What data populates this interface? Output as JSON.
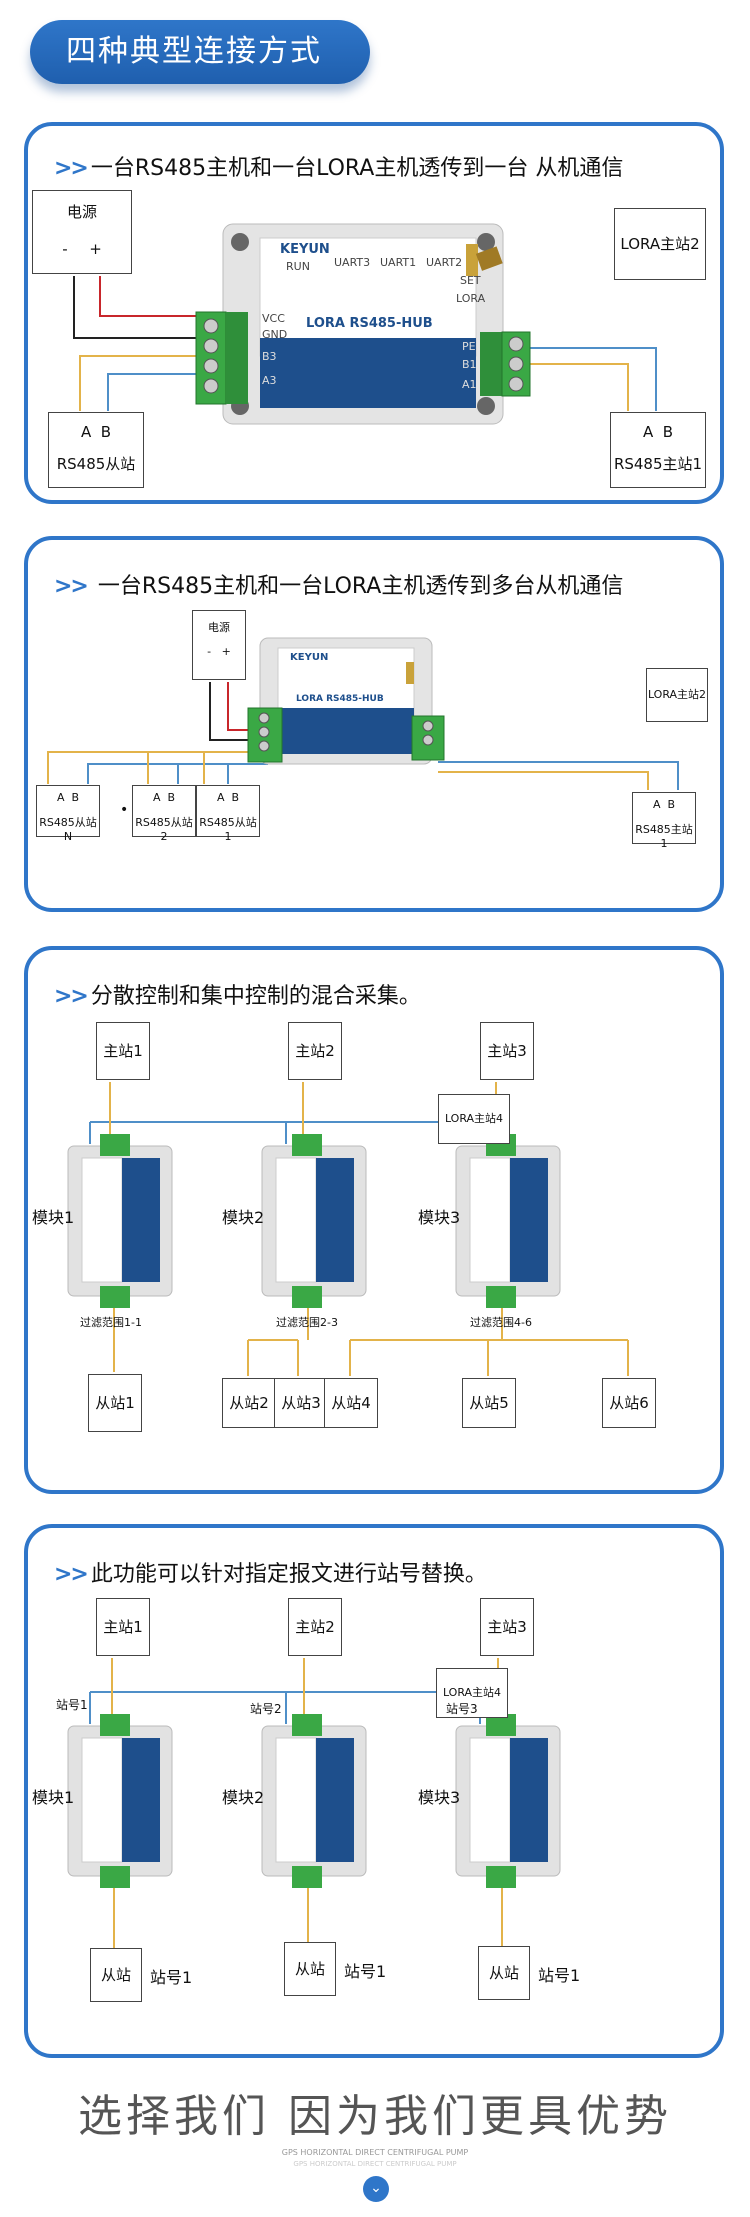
{
  "page_title": "四种典型连接方式",
  "s1": {
    "heading_arrow": ">>",
    "heading": "一台RS485主机和一台LORA主机透传到一台 从机通信",
    "power_label": "电源",
    "power_minus": "-",
    "power_plus": "+",
    "lora_master": "LORA主站2",
    "ab_left": "A  B",
    "slave_left": "RS485从站",
    "ab_right": "A  B",
    "master_right": "RS485主站1",
    "device_brand": "KEYUN",
    "device_run": "RUN",
    "device_model": "LORA   RS485-HUB",
    "device_uart3": "UART3",
    "device_uart1": "UART1",
    "device_uart2": "UART2",
    "device_set": "SET",
    "device_lora": "LORA",
    "device_vcc": "VCC",
    "device_gnd": "GND",
    "device_b3": "B3",
    "device_a3": "A3",
    "device_pe": "PE",
    "device_b1": "B1",
    "device_a1": "A1"
  },
  "s2": {
    "heading_arrow": ">>",
    "heading": "一台RS485主机和一台LORA主机透传到多台从机通信",
    "power_label": "电源",
    "power_pm": "-   +",
    "lora_master": "LORA主站2",
    "ab": "A  B",
    "slaves": [
      "RS485从站N",
      "RS485从站2",
      "RS485从站1"
    ],
    "ellipsis": "• • •",
    "master": "RS485主站1"
  },
  "s3": {
    "heading_arrow": ">>",
    "heading": "分散控制和集中控制的混合采集。",
    "masters": [
      "主站1",
      "主站2",
      "主站3"
    ],
    "lora_master": "LORA主站4",
    "modules": [
      "模块1",
      "模块2",
      "模块3"
    ],
    "filters": [
      "过滤范围1-1",
      "过滤范围2-3",
      "过滤范围4-6"
    ],
    "slaves": [
      "从站1",
      "从站2",
      "从站3",
      "从站4",
      "从站5",
      "从站6"
    ]
  },
  "s4": {
    "heading_arrow": ">>",
    "heading": "此功能可以针对指定报文进行站号替换。",
    "masters": [
      "主站1",
      "主站2",
      "主站3"
    ],
    "lora_master": "LORA主站4",
    "modules": [
      "模块1",
      "模块2",
      "模块3"
    ],
    "station_tags": [
      "站号1",
      "站号2",
      "站号3"
    ],
    "slave": "从站",
    "slave_no": "站号1"
  },
  "footer": {
    "title": "选择我们  因为我们更具优势",
    "sub1": "GPS HORIZONTAL DIRECT CENTRIFUGAL PUMP",
    "sub2": "GPS HORIZONTAL DIRECT CENTRIFUGAL PUMP",
    "down_glyph": "⌄"
  },
  "colors": {
    "accent": "#2f76c9",
    "terminal_green": "#3aa845",
    "module_blue": "#1e4f8c",
    "wire_red": "#c8262b",
    "wire_yellow": "#e3b34a",
    "wire_blue": "#4f8fc8"
  }
}
